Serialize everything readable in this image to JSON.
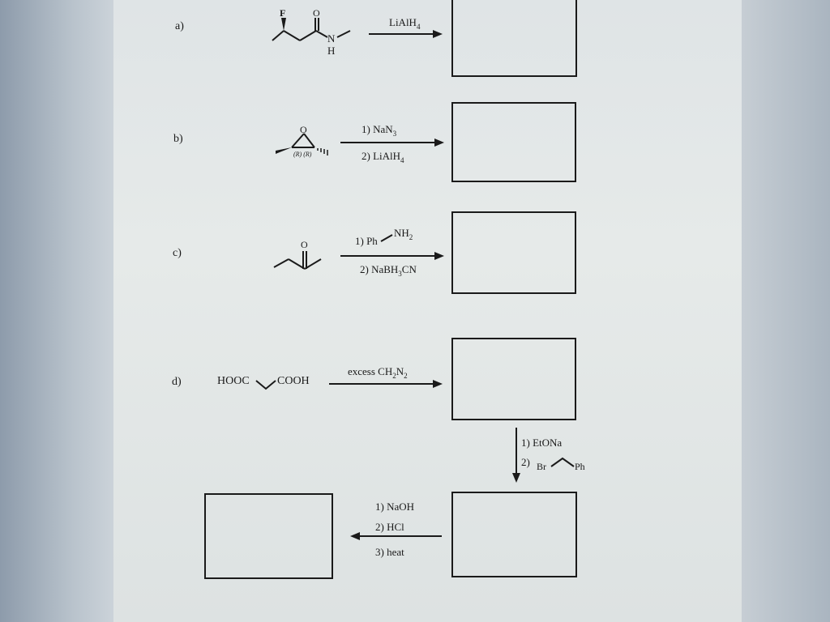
{
  "rows": {
    "a": {
      "label": "a)",
      "reagent": "LiAlH",
      "reagent_sub": "4",
      "atom_f": "F",
      "atom_o": "O",
      "atom_n": "N",
      "atom_h": "H"
    },
    "b": {
      "label": "b)",
      "reagent1": "1) NaN",
      "reagent1_sub": "3",
      "reagent2": "2) LiAlH",
      "reagent2_sub": "4",
      "atom_o": "O",
      "stereo": "(R) (R)"
    },
    "c": {
      "label": "c)",
      "reagent1_prefix": "1) Ph",
      "reagent1_nh": "NH",
      "reagent1_sub": "2",
      "reagent2": "2) NaBH",
      "reagent2_sub": "3",
      "reagent2_suffix": "CN",
      "atom_o": "O"
    },
    "d": {
      "label": "d)",
      "substrate_left": "HOOC",
      "substrate_right": "COOH",
      "reagent_prefix": "excess CH",
      "reagent_sub1": "2",
      "reagent_mid": "N",
      "reagent_sub2": "2",
      "step2_line1": "1) EtONa",
      "step2_num": "2)",
      "step2_br": "Br",
      "step2_ph": "Ph",
      "step3_line1": "1) NaOH",
      "step3_line2": "2) HCl",
      "step3_line3": "3) heat"
    }
  }
}
